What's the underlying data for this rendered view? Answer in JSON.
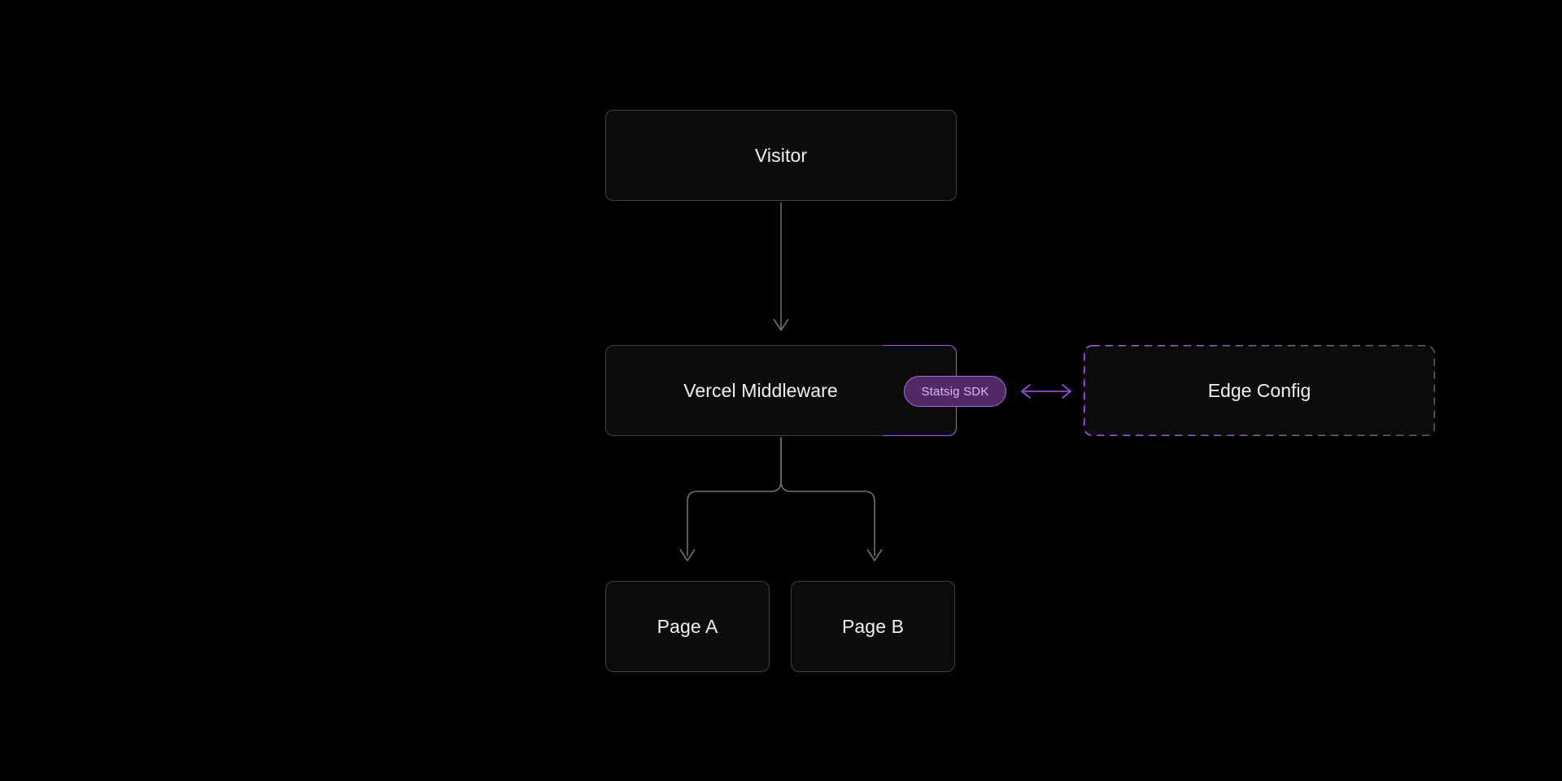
{
  "diagram": {
    "type": "flowchart",
    "background_color": "#000000",
    "nodes": [
      {
        "id": "visitor",
        "label": "Visitor",
        "shape": "rounded-rect",
        "style": "solid",
        "border_color": "#3f3f3f",
        "fill_color": "#0c0c0c",
        "text_color": "#f1f1f1"
      },
      {
        "id": "middleware",
        "label": "Vercel Middleware",
        "shape": "rounded-rect",
        "style": "solid",
        "border_color": "#3f3f3f",
        "accent_color": "#a855f7",
        "fill_color": "#0c0c0c",
        "text_color": "#f1f1f1"
      },
      {
        "id": "statsig-sdk",
        "label": "Statsig SDK",
        "shape": "pill",
        "style": "solid",
        "border_color": "#b066e8",
        "fill_color": "#522a63",
        "text_color": "#dfb5ff"
      },
      {
        "id": "edge-config",
        "label": "Edge Config",
        "shape": "rounded-rect",
        "style": "dashed",
        "border_color": "#a855f7",
        "border_color_end": "#5a5a5a",
        "fill_color": "#0c0c0c",
        "text_color": "#f1f1f1"
      },
      {
        "id": "page-a",
        "label": "Page A",
        "shape": "rounded-rect",
        "style": "solid",
        "border_color": "#3f3f3f",
        "fill_color": "#0c0c0c",
        "text_color": "#f1f1f1"
      },
      {
        "id": "page-b",
        "label": "Page B",
        "shape": "rounded-rect",
        "style": "solid",
        "border_color": "#3f3f3f",
        "fill_color": "#0c0c0c",
        "text_color": "#f1f1f1"
      }
    ],
    "edges": [
      {
        "id": "visitor-to-middleware",
        "from": "visitor",
        "to": "middleware",
        "direction": "down",
        "arrowheads": "end",
        "color": "#6f6f6f",
        "label": ""
      },
      {
        "id": "statsig-to-edge-config",
        "from": "statsig-sdk",
        "to": "edge-config",
        "direction": "horizontal",
        "arrowheads": "both",
        "color": "#a855f7",
        "label": ""
      },
      {
        "id": "middleware-to-page-a",
        "from": "middleware",
        "to": "page-a",
        "direction": "down",
        "arrowheads": "end",
        "color": "#6f6f6f",
        "label": ""
      },
      {
        "id": "middleware-to-page-b",
        "from": "middleware",
        "to": "page-b",
        "direction": "down",
        "arrowheads": "end",
        "color": "#6f6f6f",
        "label": ""
      }
    ]
  }
}
